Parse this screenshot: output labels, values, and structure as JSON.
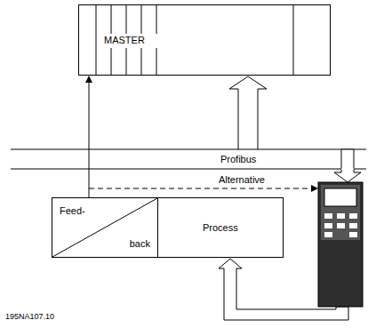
{
  "diagram": {
    "nodes": [
      {
        "text": [
          "MASTER"
        ]
      },
      {
        "text": [
          "Feed-",
          "back"
        ]
      },
      {
        "text": [
          "Process"
        ]
      }
    ],
    "edges": [
      {
        "from": 1,
        "to": 0,
        "arrow": "to"
      }
    ],
    "labels": [
      "Profibus",
      "Alternative",
      "195NA107.10"
    ]
  }
}
